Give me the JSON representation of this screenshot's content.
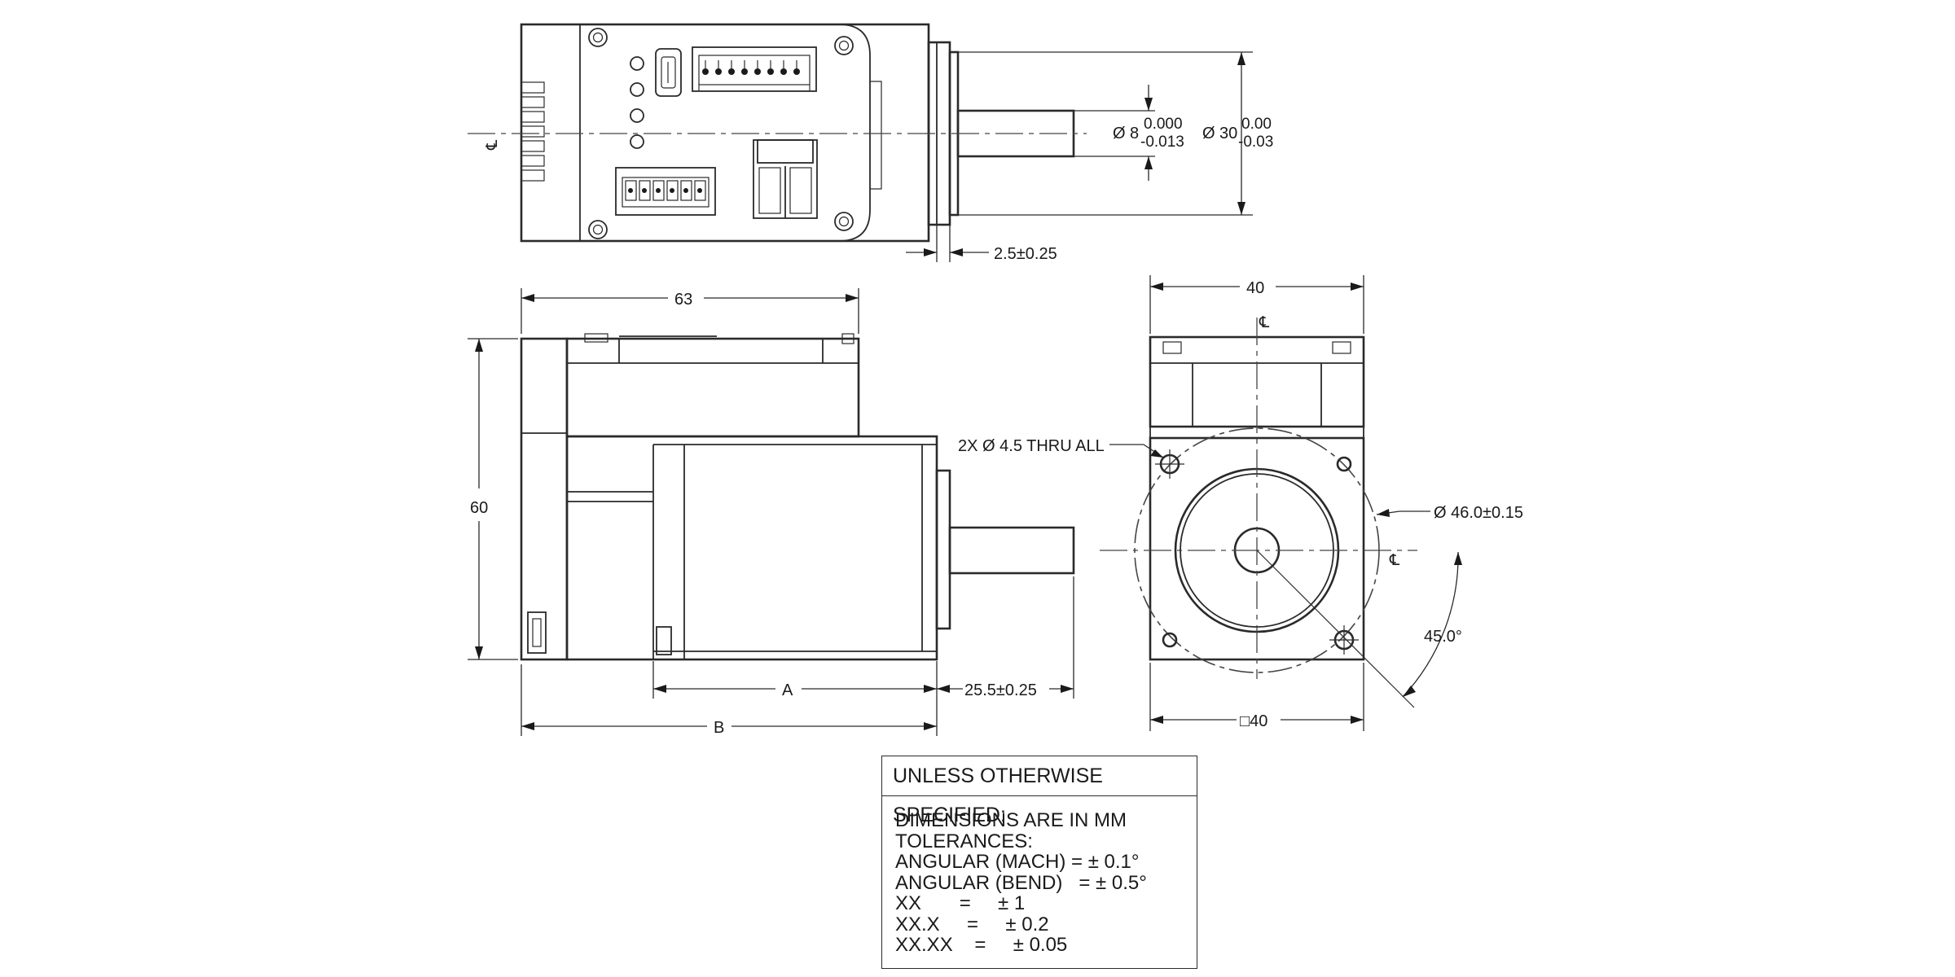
{
  "dimensions": {
    "shaft_dia_symbol": "Ø",
    "shaft_dia": "8",
    "shaft_tol_upper": "0.000",
    "shaft_tol_lower": "-0.013",
    "pilot_dia_symbol": "Ø",
    "pilot_dia": "30",
    "pilot_tol_upper": "0.00",
    "pilot_tol_lower": "-0.03",
    "pilot_height": "2.5±0.25",
    "body_length": "63",
    "body_height": "60",
    "flange_width_top": "40",
    "holes": "2X  Ø 4.5 THRU ALL",
    "bolt_circle": "Ø 46.0±0.15",
    "angle": "45.0°",
    "motor_length": "A",
    "shaft_length": "25.5±0.25",
    "overall_length": "B",
    "flange_square": "□40",
    "centerline_symbol": "℄"
  },
  "notes": {
    "header": "UNLESS OTHERWISE SPECIFIED:",
    "lines": [
      "DIMENSIONS ARE IN MM",
      "TOLERANCES:",
      "ANGULAR (MACH) = ± 0.1°",
      "ANGULAR (BEND)   = ± 0.5°",
      "XX       =     ± 1",
      "XX.X     =     ± 0.2",
      "XX.XX    =     ± 0.05"
    ]
  }
}
